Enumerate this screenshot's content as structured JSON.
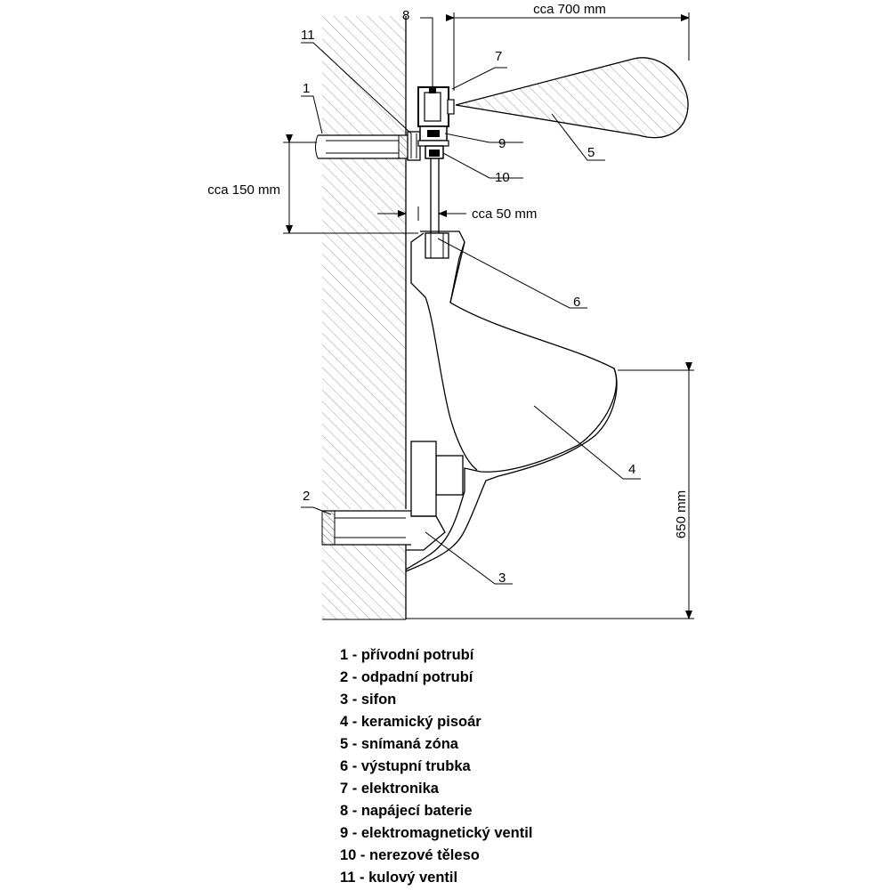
{
  "dimensions": {
    "sensing_range": "cca 700 mm",
    "valve_height": "cca 150 mm",
    "wall_gap": "cca 50 mm",
    "rim_height": "650 mm"
  },
  "callouts": [
    "1",
    "2",
    "3",
    "4",
    "5",
    "6",
    "7",
    "8",
    "9",
    "10",
    "11"
  ],
  "legend": [
    "1 - přívodní potrubí",
    "2 - odpadní potrubí",
    "3 - sifon",
    "4 - keramický pisoár",
    "5 - snímaná zóna",
    "6 - výstupní trubka",
    "7 - elektronika",
    "8 - napájecí baterie",
    "9 - elektromagnetický ventil",
    "10 - nerezové těleso",
    "11 - kulový ventil"
  ]
}
